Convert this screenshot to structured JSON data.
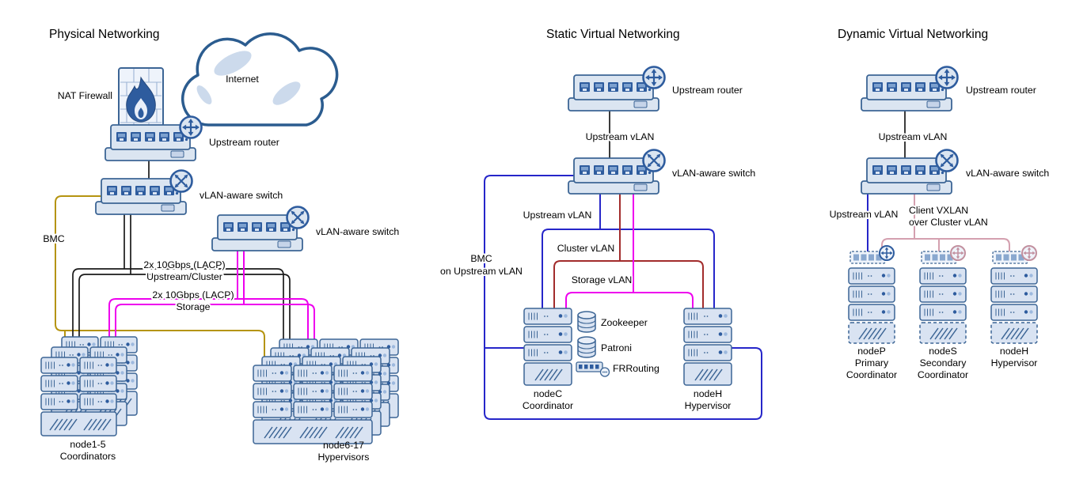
{
  "physical": {
    "title": "Physical Networking",
    "internet": "Internet",
    "nat_firewall": "NAT Firewall",
    "upstream_router": "Upstream router",
    "vlan_switch_1": "vLAN-aware switch",
    "vlan_switch_2": "vLAN-aware switch",
    "bmc": "BMC",
    "lacp_upstream": [
      "2x 10Gbps (LACP)",
      "Upstream/Cluster"
    ],
    "lacp_storage": [
      "2x 10Gbps (LACP)",
      "Storage"
    ],
    "coordinators": [
      "node1-5",
      "Coordinators"
    ],
    "hypervisors": [
      "node6-17",
      "Hypervisors"
    ]
  },
  "static_virtual": {
    "title": "Static Virtual Networking",
    "upstream_router": "Upstream router",
    "upstream_vlan_link": "Upstream vLAN",
    "vlan_switch": "vLAN-aware switch",
    "upstream_vlan": "Upstream vLAN",
    "bmc": [
      "BMC",
      "on Upstream vLAN"
    ],
    "cluster_vlan": "Cluster vLAN",
    "storage_vlan": "Storage vLAN",
    "services": [
      "Zookeeper",
      "Patroni",
      "FRRouting"
    ],
    "node_c": [
      "nodeC",
      "Coordinator"
    ],
    "node_h": [
      "nodeH",
      "Hypervisor"
    ]
  },
  "dynamic_virtual": {
    "title": "Dynamic Virtual Networking",
    "upstream_router": "Upstream router",
    "upstream_vlan_link": "Upstream vLAN",
    "vlan_switch": "vLAN-aware switch",
    "upstream_vlan": "Upstream vLAN",
    "client_vxlan": [
      "Client VXLAN",
      "over Cluster vLAN"
    ],
    "node_p": [
      "nodeP",
      "Primary",
      "Coordinator"
    ],
    "node_s": [
      "nodeS",
      "Secondary",
      "Coordinator"
    ],
    "node_h": [
      "nodeH",
      "Hypervisor"
    ]
  },
  "icons": {
    "router_badge": "circle-with-four-arrows",
    "switch_badge": "circle-with-crossed-arrows",
    "virtual_router_badge": "small-circle-with-four-arrows",
    "nat_firewall": "brick-wall-with-flame",
    "internet": "cloud",
    "zookeeper": "database-cylinder",
    "patroni": "database-cylinder",
    "frrouting": "mini-router-device",
    "server": "rack-server-unit"
  },
  "palette": {
    "device_fill": "#dbe5f1",
    "device_stroke": "#3c6595",
    "port_fill": "#2e5c9e",
    "black_link": "#1a1a1a",
    "magenta_storage": "#ee00ee",
    "olive_bmc": "#b59410",
    "blue_upstream_vlan": "#2626c9",
    "dark_red_cluster_vlan": "#a22c2c",
    "rose_client_vxlan": "#d4a0af"
  }
}
